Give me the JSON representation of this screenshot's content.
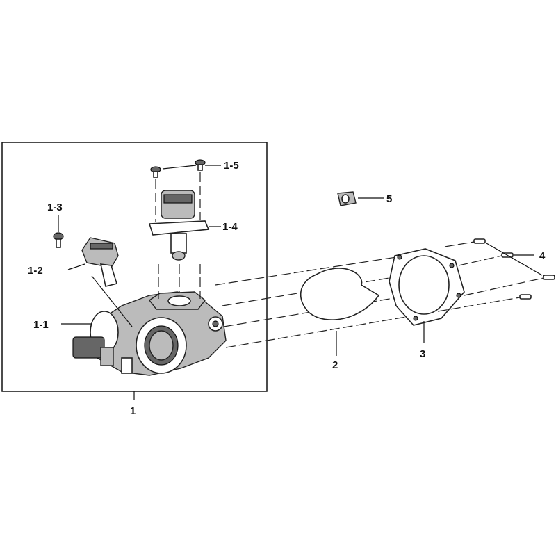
{
  "diagram": {
    "callouts": {
      "assembly": "1",
      "sub_1_1": "1-1",
      "sub_1_2": "1-2",
      "sub_1_3": "1-3",
      "sub_1_4": "1-4",
      "sub_1_5": "1-5",
      "gasket_ring": "2",
      "gasket_plate": "3",
      "bolts": "4",
      "nut": "5"
    }
  }
}
